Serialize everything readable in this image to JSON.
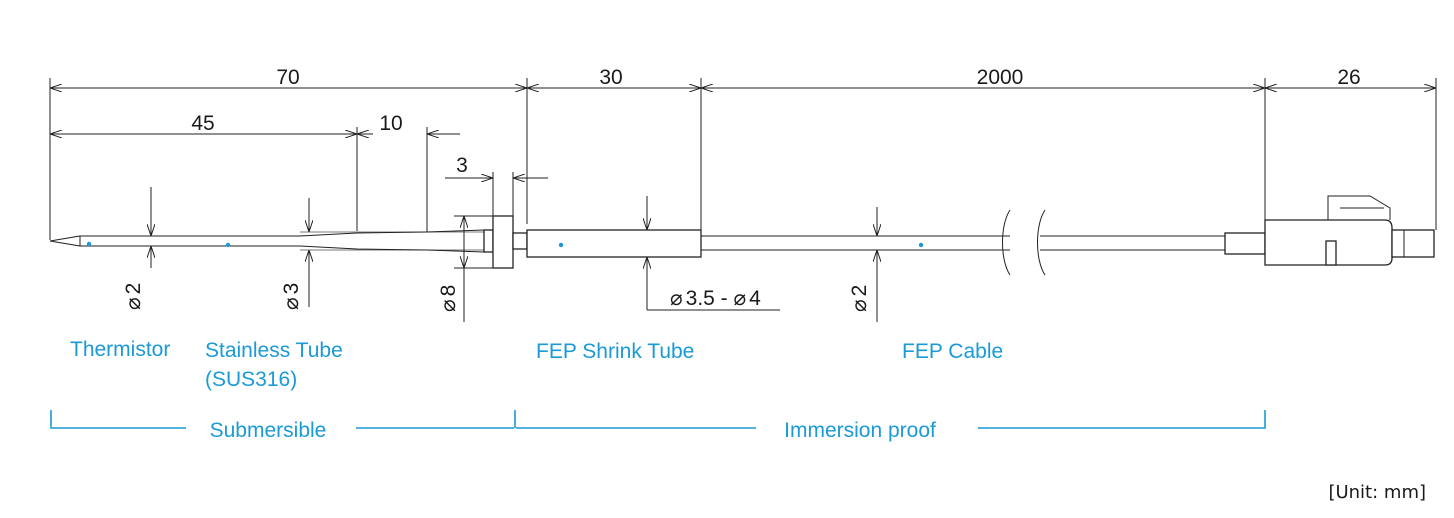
{
  "dimensions": {
    "overall_probe": "70",
    "fep_shrink_len": "30",
    "cable_len": "2000",
    "connector_len": "26",
    "tube_len": "45",
    "taper_len": "10",
    "flange_len": "3",
    "dia_tip": "2",
    "dia_tube": "3",
    "dia_flange": "8",
    "dia_shrink": "3.5 - ",
    "dia_shrink_max": "4",
    "dia_cable": "2",
    "dia_symbol": "⌀"
  },
  "labels": {
    "thermistor": "Thermistor",
    "stainless_line1": "Stainless Tube",
    "stainless_line2": "(SUS316)",
    "fep_shrink": "FEP Shrink Tube",
    "fep_cable": "FEP Cable"
  },
  "zones": {
    "submersible": "Submersible",
    "immersion": "Immersion proof"
  },
  "unit_note": "[Unit:  mm]",
  "colors": {
    "label": "#1a9ad6",
    "line": "#222222"
  }
}
